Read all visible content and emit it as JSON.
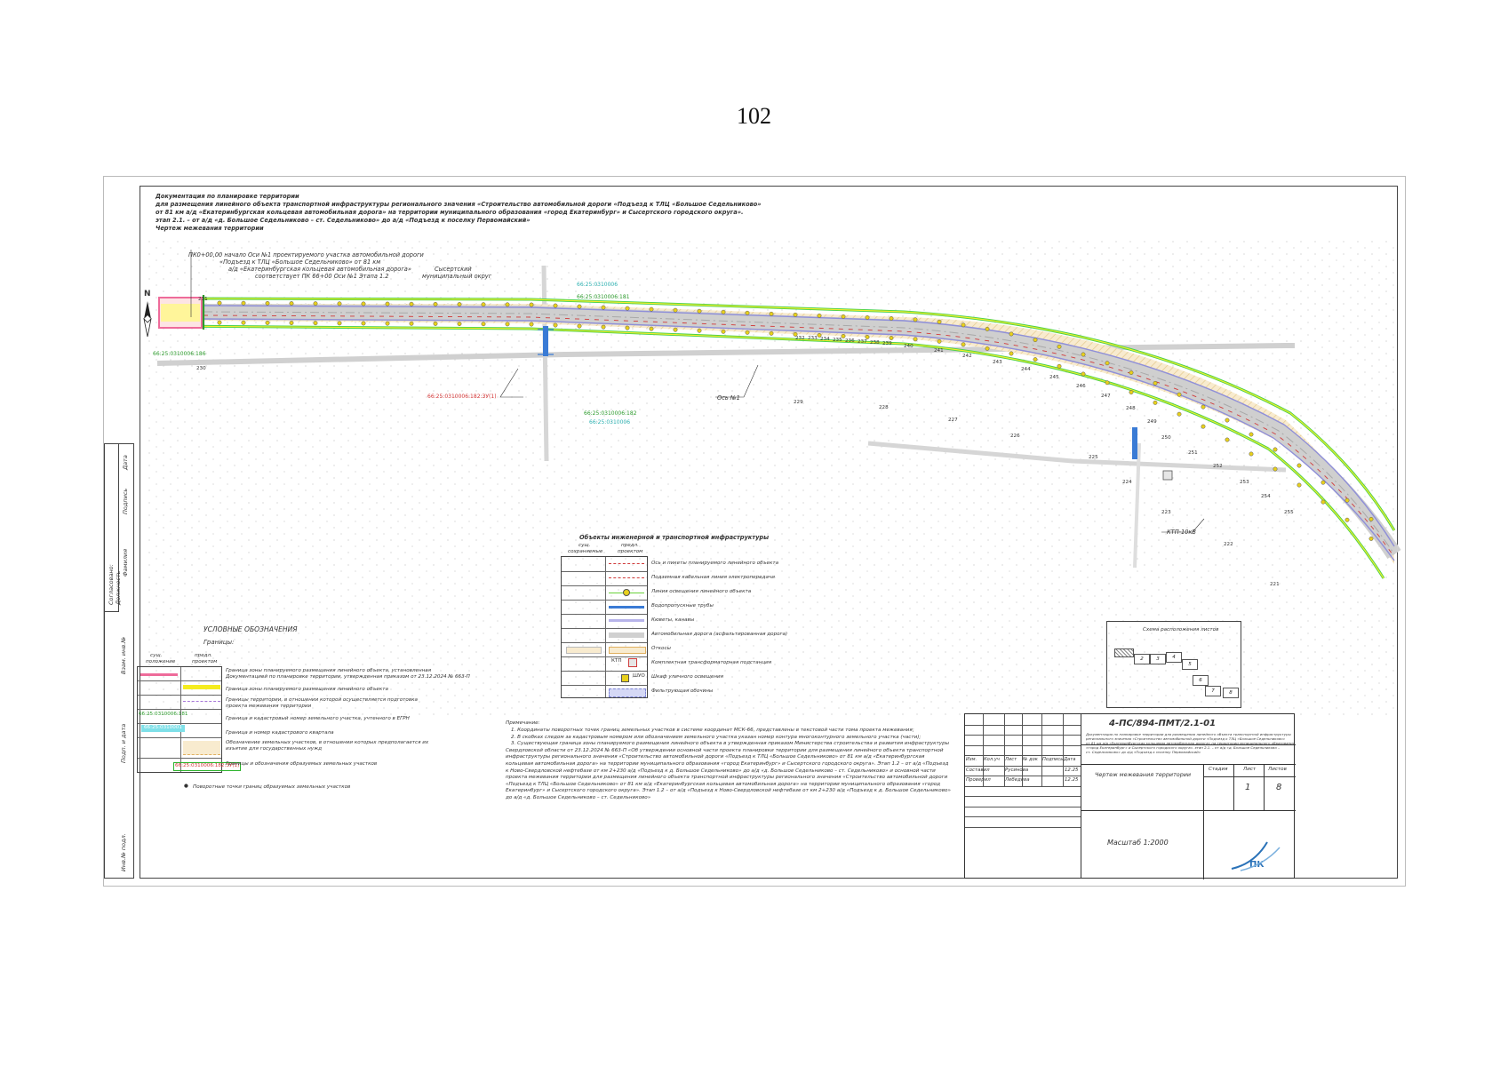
{
  "page_number": "102",
  "header": {
    "line1": "Документация по планировке территории",
    "line2": "для размещения линейного объекта транспортной инфраструктуры регионального значения «Строительство автомобильной дороги «Подъезд к ТЛЦ «Большое Седельниково»",
    "line3": "от 81 км а/д «Екатеринбургская кольцевая автомобильная дорога» на территории муниципального образования «город Екатеринбург» и Сысертского городского округа».",
    "line4": "этап 2.1. – от а/д «д. Большое Седельниково – ст. Седельниково» до а/д «Подъезд к поселку Первомайский»",
    "line5": "Чертеж межевания территории"
  },
  "map": {
    "north_label": "N",
    "start_note": [
      "ПК0+00,00 начало Оси №1 проектируемого участка автомобильной дороги",
      "«Подъезд к ТЛЦ «Большое Седельниково» от 81 км",
      "а/д «Екатеринбургская кольцевая автомобильная дорога»",
      "соответствует ПК 66+00 Оси №1 Этапа 1.2"
    ],
    "district_label": [
      "Сысертский",
      "муниципальный округ"
    ],
    "parcels": {
      "p_top1": "66:25:0310006",
      "p_top2": "66:25:0310006:181",
      "p_left": "66:25:0310006:186",
      "p_red": "66:25:0310006:182:ЗУ(1)",
      "p_mid1": "66:25:0310006:182",
      "p_mid2": "66:25:0310006"
    },
    "axis_label": "Ось №1",
    "ktp_label": "КТП-10кВ",
    "top_points": [
      "232",
      "233",
      "234",
      "235",
      "236",
      "237",
      "238",
      "239",
      "240",
      "241",
      "242",
      "243",
      "244",
      "245",
      "246",
      "247",
      "248",
      "249",
      "250",
      "251",
      "252",
      "253",
      "254",
      "255"
    ],
    "bottom_points": [
      "231",
      "230",
      "229",
      "228",
      "227",
      "226",
      "225",
      "224",
      "223",
      "222",
      "221"
    ]
  },
  "legend_borders": {
    "title": "УСЛОВНЫЕ ОБОЗНАЧЕНИЯ",
    "subtitle": "Границы:",
    "col1": [
      "сущ.",
      "положение"
    ],
    "col2": [
      "предл.",
      "проектом"
    ],
    "items": [
      [
        "Граница зоны планируемого размещения линейного объекта, установленная",
        "Документацией по планировке территории, утвержденная приказом от 23.12.2024 № 663-П"
      ],
      [
        "Граница зоны планируемого размещения линейного объекта"
      ],
      [
        "Границы территории, в отношении которой осуществляется подготовка",
        "проекта межевания территории"
      ],
      [
        "Граница и кадастровый номер земельного участка, учтенного в ЕГРН"
      ],
      [
        "Граница и номер кадастрового квартала"
      ],
      [
        "Обозначение земельных участков, в отношении которых предполагается их",
        "изъятие для государственных нужд"
      ],
      [
        "Границы и обозначения образуемых земельных участков"
      ]
    ],
    "sample_parcel": "66:25:0310006:181",
    "sample_quarter": "66:25:0310001",
    "sample_new": "66:25:0310006:182:ЗУ(1)",
    "point_note": "Поворотные точки границ образуемых земельных участков"
  },
  "legend_infra": {
    "title": "Объекты инженерной и транспортной инфраструктуры",
    "col1": [
      "сущ.",
      "сохраняемые"
    ],
    "col2": [
      "предл.",
      "проектом"
    ],
    "items": [
      "Ось и пикеты планируемого линейного объекта",
      "Подземная кабельная линия электропередачи",
      "Линия освещения линейного объекта",
      "Водопропускные трубы",
      "Кюветы, канавы",
      "Автомобильная дорога (асфальтированная дорога)",
      "Откосы",
      "Комплектная трансформаторная подстанция",
      "Шкаф уличного освещения",
      "Фильтрующая обочины"
    ],
    "ktp_sample": "КТП",
    "shuo_sample": "ШУО"
  },
  "notes": {
    "title": "Примечание:",
    "lines": [
      "1. Координаты поворотных точек границ земельных участков в системе координат МСК-66, представлены в текстовой части тома проекта межевания;",
      "2. В скобках следом за кадастровым номером или обозначением земельного участка указан номер контура многоконтурного земельного участка (части);",
      "3. Существующая граница зоны планируемого размещения линейного объекта в утвержденная приказом Министерства строительства и развития инфраструктуры",
      "Свердловской области от 23.12.2024 № 663-П «Об утверждении основной части проекта планировки территории для размещения линейного объекта транспортной",
      "инфраструктуры регионального значения «Строительство автомобильной дороги «Подъезд к ТЛЦ «Большое Седельниково» от 81 км а/д «Екатеринбургская",
      "кольцевая автомобильная дорога» на территории муниципального образования «город Екатеринбург» и Сысертского городского округа». Этап 1.2 – от а/д «Подъезд",
      "к Ново-Свердловской нефтебазе от км 2+230 а/д «Подъезд к д. Большое Седельниково» до а/д «д. Большое Седельниково – ст. Седельниково» и основной части",
      "проекта межевания территории для размещения линейного объекта транспортной инфраструктуры регионального значения «Строительство автомобильной дороги",
      "«Подъезд к ТЛЦ «Большое Седельниково» от 81 км а/д «Екатеринбургская кольцевая автомобильная дорога» на территории муниципального образования «город",
      "Екатеринбург» и Сысертского городского округа». Этап 1.2 – от а/д «Подъезд к Ново-Свердловской нефтебазе от км 2+230 а/д «Подъезд к д. Большое Седельниково»",
      "до а/д «д. Большое Седельниково – ст. Седельниково»"
    ]
  },
  "scheme": {
    "title": "Схема расположения листов",
    "sheets": [
      "2",
      "3",
      "4",
      "5",
      "6",
      "7",
      "8"
    ]
  },
  "stamp": {
    "code": "4-ПС/894-ПМТ/2.1-01",
    "desc": [
      "Документация по планировке территории для размещения линейного объекта транспортной инфраструктуры",
      "регионального значения «Строительство автомобильной дороги «Подъезд к ТЛЦ «Большое Седельниково»",
      "от 81 км а/д «Екатеринбургская кольцевая автомобильная дорога» на территории муниципального образования",
      "«город Екатеринбург» и Сысертского городского округа». этап 2.1. – от а/д «д. Большое Седельниково –",
      "ст. Седельниково» до а/д «Подъезд к поселку Первомайский»"
    ],
    "headers": [
      "Изм.",
      "Кол.уч",
      "Лист",
      "№ док",
      "Подпись",
      "Дата"
    ],
    "role1": "Составил",
    "name1": "Русинова",
    "date1": "12.25",
    "role2": "Проверил",
    "name2": "Лебедева",
    "date2": "12.25",
    "drawing_title": "Чертеж межевания территории",
    "stage_h": "Стадия",
    "sheet_h": "Лист",
    "sheets_h": "Листов",
    "sheet": "1",
    "sheets": "8",
    "scale": "Масштаб 1:2000",
    "logo": "ПК"
  },
  "side_strip": [
    "Взам. инв.№",
    "Подп. и дата",
    "Инв.№ подл.",
    "Согласовано:",
    "Должность",
    "Фамилия",
    "Подпись",
    "Дата"
  ]
}
